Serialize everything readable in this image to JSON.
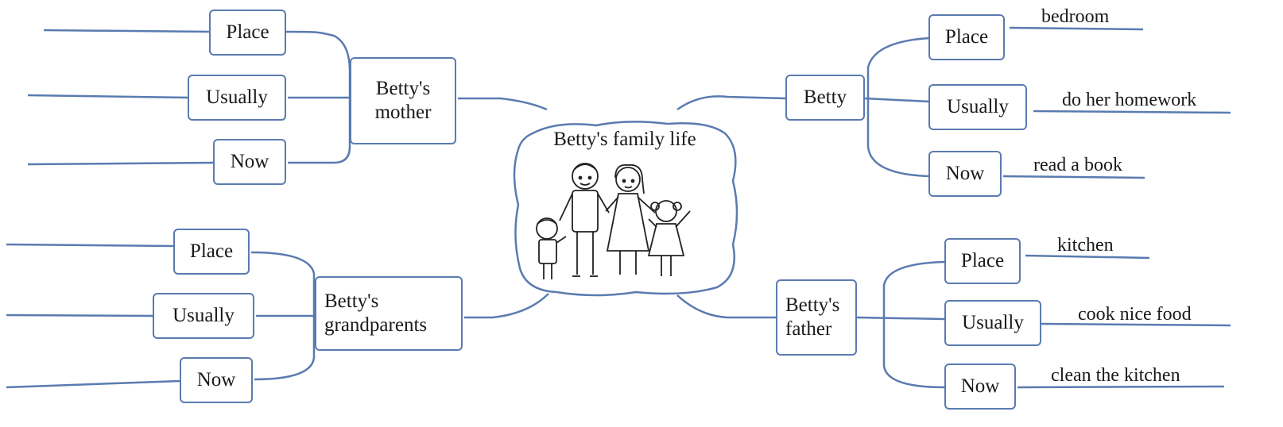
{
  "title": "Betty's family life",
  "left_top": {
    "name": "Betty's mother",
    "rows": [
      "Place",
      "Usually",
      "Now"
    ]
  },
  "left_bottom": {
    "name": "Betty's grandparents",
    "rows": [
      "Place",
      "Usually",
      "Now"
    ]
  },
  "right_top": {
    "name": "Betty",
    "rows": [
      "Place",
      "Usually",
      "Now"
    ],
    "answers": [
      "bedroom",
      "do her homework",
      "read a book"
    ]
  },
  "right_bottom": {
    "name": "Betty's father",
    "rows": [
      "Place",
      "Usually",
      "Now"
    ],
    "answers": [
      "kitchen",
      "cook nice food",
      "clean the kitchen"
    ]
  },
  "colors": {
    "line": "#5a7bb0"
  }
}
